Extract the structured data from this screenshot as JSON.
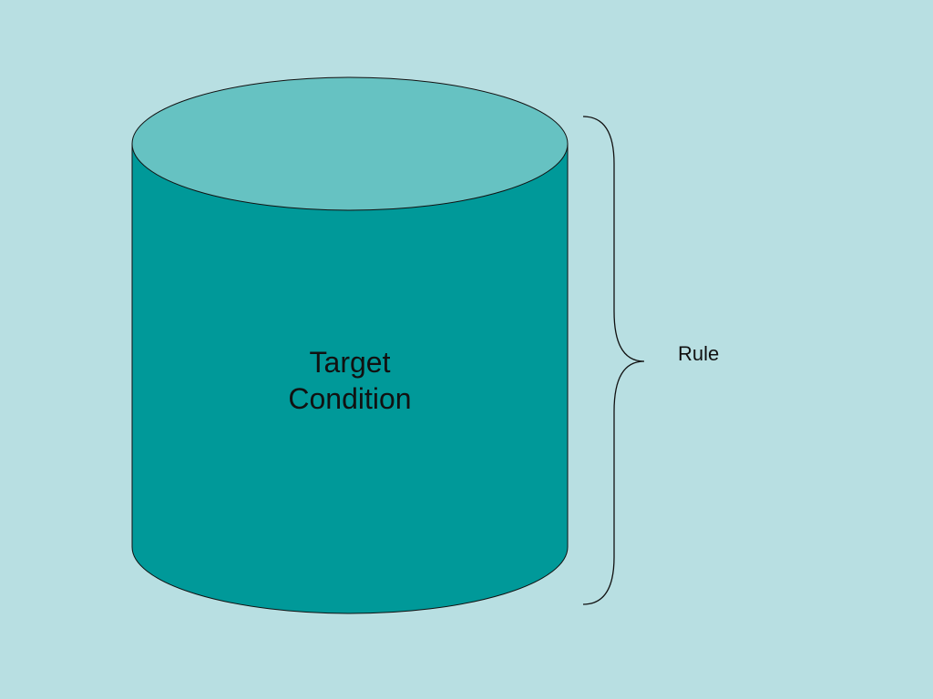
{
  "cylinder": {
    "label_line1": "Target",
    "label_line2": "Condition",
    "body_color": "#009999",
    "top_color": "#66c2c2"
  },
  "brace": {
    "label": "Rule"
  },
  "background_color": "#b8dfe2"
}
